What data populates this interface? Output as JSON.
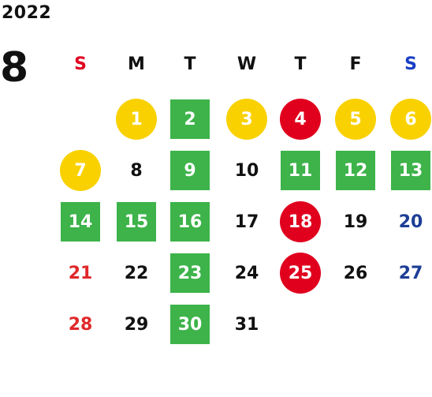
{
  "calendar": {
    "year": "2022",
    "month": "8",
    "weekdays": [
      {
        "label": "S",
        "color": "#e0001e"
      },
      {
        "label": "M",
        "color": "#111111"
      },
      {
        "label": "T",
        "color": "#111111"
      },
      {
        "label": "W",
        "color": "#111111"
      },
      {
        "label": "T",
        "color": "#111111"
      },
      {
        "label": "F",
        "color": "#111111"
      },
      {
        "label": "S",
        "color": "#1a3fc4"
      }
    ],
    "first_weekday_index": 1,
    "days": [
      {
        "day": "1",
        "style": "circle-yellow"
      },
      {
        "day": "2",
        "style": "square-green"
      },
      {
        "day": "3",
        "style": "circle-yellow"
      },
      {
        "day": "4",
        "style": "circle-red"
      },
      {
        "day": "5",
        "style": "circle-yellow"
      },
      {
        "day": "6",
        "style": "circle-yellow"
      },
      {
        "day": "7",
        "style": "circle-yellow"
      },
      {
        "day": "8",
        "style": "plain"
      },
      {
        "day": "9",
        "style": "square-green"
      },
      {
        "day": "10",
        "style": "plain"
      },
      {
        "day": "11",
        "style": "square-green"
      },
      {
        "day": "12",
        "style": "square-green"
      },
      {
        "day": "13",
        "style": "square-green"
      },
      {
        "day": "14",
        "style": "square-green"
      },
      {
        "day": "15",
        "style": "square-green"
      },
      {
        "day": "16",
        "style": "square-green"
      },
      {
        "day": "17",
        "style": "plain"
      },
      {
        "day": "18",
        "style": "circle-red"
      },
      {
        "day": "19",
        "style": "plain"
      },
      {
        "day": "20",
        "style": "plain-blue"
      },
      {
        "day": "21",
        "style": "plain-red"
      },
      {
        "day": "22",
        "style": "plain"
      },
      {
        "day": "23",
        "style": "square-green"
      },
      {
        "day": "24",
        "style": "plain"
      },
      {
        "day": "25",
        "style": "circle-red"
      },
      {
        "day": "26",
        "style": "plain"
      },
      {
        "day": "27",
        "style": "plain-blue"
      },
      {
        "day": "28",
        "style": "plain-red"
      },
      {
        "day": "29",
        "style": "plain"
      },
      {
        "day": "30",
        "style": "square-green"
      },
      {
        "day": "31",
        "style": "plain"
      }
    ],
    "colors": {
      "yellow": "#f9d100",
      "red": "#e0001e",
      "green": "#3db34a",
      "blue": "#1a3fc4",
      "sunday_red": "#e0282a",
      "saturday_blue": "#1d3e96",
      "text": "#111111"
    }
  }
}
